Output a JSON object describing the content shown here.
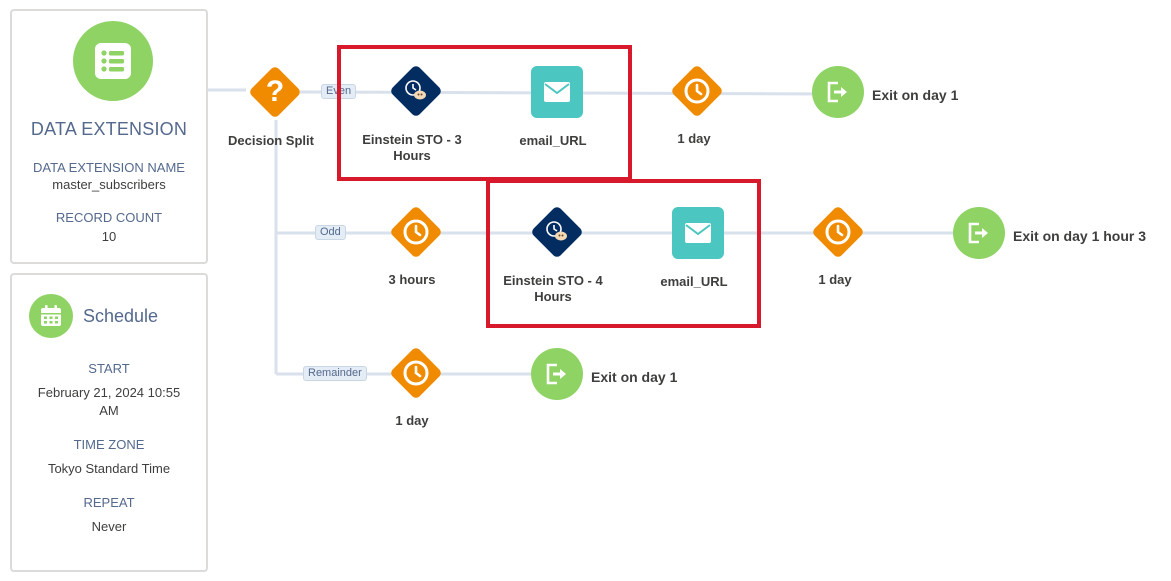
{
  "data_extension": {
    "title": "DATA EXTENSION",
    "name_label": "DATA EXTENSION NAME",
    "name_value": "master_subscribers",
    "count_label": "RECORD COUNT",
    "count_value": "10",
    "icon": "list-icon"
  },
  "schedule": {
    "title": "Schedule",
    "start_label": "START",
    "start_value_line1": "February 21, 2024 10:55",
    "start_value_line2": "AM",
    "timezone_label": "TIME ZONE",
    "timezone_value": "Tokyo Standard Time",
    "repeat_label": "REPEAT",
    "repeat_value": "Never",
    "icon": "calendar-icon"
  },
  "flow": {
    "decision": {
      "label": "Decision Split",
      "icon": "question-icon"
    },
    "paths": {
      "even": "Even",
      "odd": "Odd",
      "remainder": "Remainder"
    },
    "even_path": {
      "sto_label_1": "Einstein STO - 3",
      "sto_label_2": "Hours",
      "email_label": "email_URL",
      "wait_label": "1 day",
      "exit_label": "Exit on day 1"
    },
    "odd_path": {
      "wait1_label": "3 hours",
      "sto_label_1": "Einstein STO - 4",
      "sto_label_2": "Hours",
      "email_label": "email_URL",
      "wait2_label": "1 day",
      "exit_label": "Exit on day 1 hour 3"
    },
    "remainder_path": {
      "wait_label": "1 day",
      "exit_label": "Exit on day 1"
    }
  },
  "colors": {
    "orange": "#f08b00",
    "navy": "#032d60",
    "teal": "#4bc6c0",
    "green": "#8ed364",
    "highlight_red": "#d7192b",
    "connector": "#d8e1ec"
  }
}
